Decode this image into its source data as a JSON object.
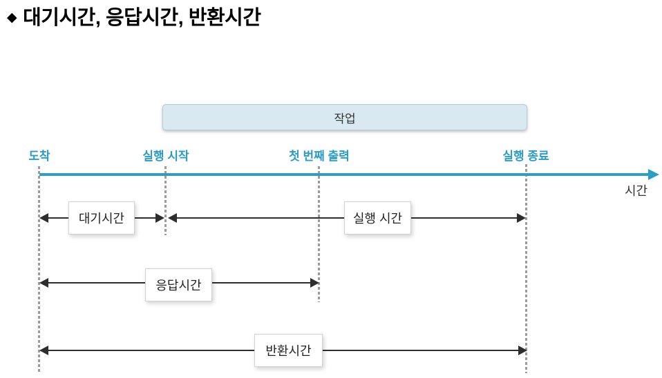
{
  "title": {
    "bullet": "◆",
    "text": "대기시간, 응답시간, 반환시간"
  },
  "diagram": {
    "job_box": {
      "label": "작업",
      "fill_color": "#d8e9f2",
      "border_color": "#b5c9d6"
    },
    "timeline": {
      "axis_label": "시간",
      "accent_color": "#2a9ec6",
      "marker_label_color": "#2a9cc4",
      "markers": [
        {
          "label": "도착"
        },
        {
          "label": "실행 시작"
        },
        {
          "label": "첫 번째 출력"
        },
        {
          "label": "실행 종료"
        }
      ]
    },
    "intervals": [
      {
        "label": "대기시간",
        "from": "도착",
        "to": "실행 시작"
      },
      {
        "label": "실행 시간",
        "from": "실행 시작",
        "to": "실행 종료"
      },
      {
        "label": "응답시간",
        "from": "도착",
        "to": "첫 번째 출력"
      },
      {
        "label": "반환시간",
        "from": "도착",
        "to": "실행 종료"
      }
    ],
    "guideline_color": "#9b9b9b",
    "arrow_color": "#2d2d2d"
  }
}
